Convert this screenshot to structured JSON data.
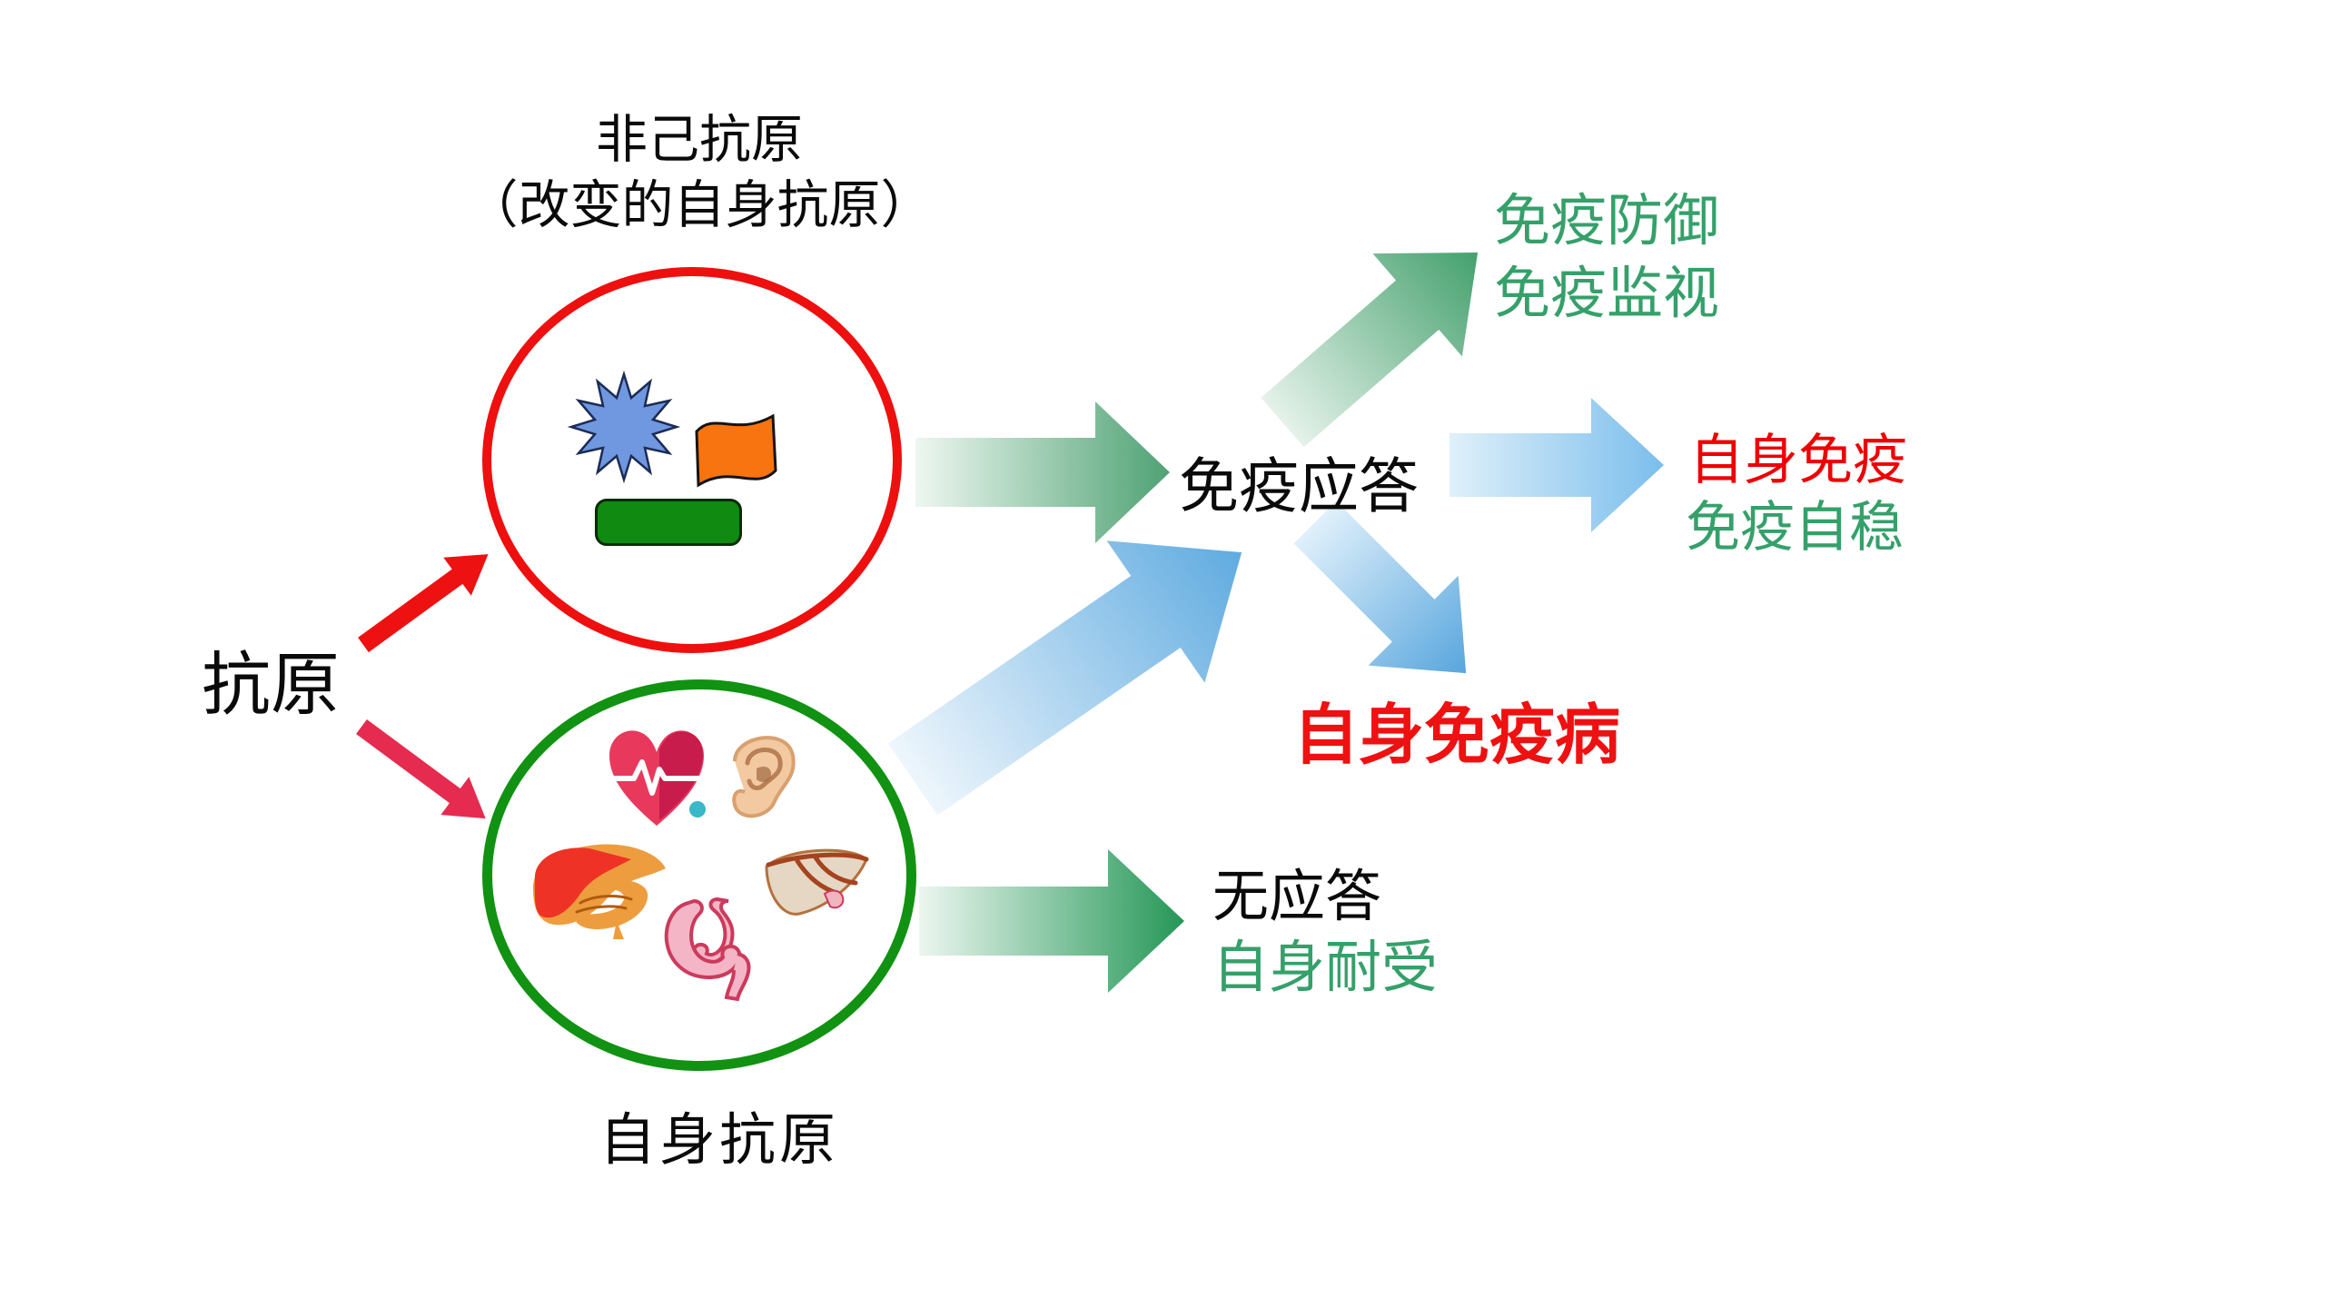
{
  "diagram": {
    "antigen_label": "抗原",
    "nonself": {
      "line1": "非己抗原",
      "line2": "（改变的自身抗原）"
    },
    "self_antigen_label": "自身抗原",
    "immune_response_label": "免疫应答",
    "outcomes": {
      "immune_defense": "免疫防御",
      "immune_surveillance": "免疫监视",
      "autoimmunity": "自身免疫",
      "immune_homeostasis": "免疫自稳",
      "autoimmune_disease": "自身免疫病",
      "no_response": "无应答",
      "self_tolerance": "自身耐受"
    },
    "icons": {
      "nonself_circle": [
        "starburst-icon",
        "flag-icon",
        "green-bar-icon"
      ],
      "self_circle": [
        "heart-ecg-icon",
        "ear-icon",
        "liver-pancreas-icon",
        "stomach-icon",
        "liver-sketch-icon"
      ]
    },
    "colors": {
      "black_text": "#0a0a0a",
      "green_text": "#35a06a",
      "red_text": "#ee0000",
      "bold_red_text": "#ee1111",
      "red_circle_stroke": "#ee0f0f",
      "green_circle_stroke": "#119212",
      "green_arrow": "#2f9c5d",
      "blue_arrow": "#62ade1",
      "red_arrow": "#ee1111",
      "crimson_arrow": "#e52b4f",
      "starburst_fill": "#7098e0",
      "flag_fill": "#f87410",
      "bar_fill": "#108a10"
    }
  }
}
